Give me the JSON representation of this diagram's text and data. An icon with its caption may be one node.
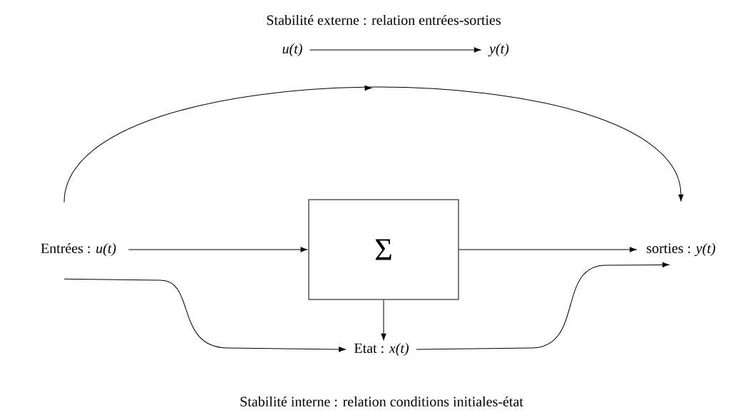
{
  "diagram": {
    "nodes": [
      {
        "text": [
          "Entrées : *u(t)*"
        ]
      },
      {
        "text": [
          "Σ"
        ]
      },
      {
        "text": [
          "sorties : *y(t)*"
        ]
      },
      {
        "text": [
          "Etat : *x(t)*"
        ]
      },
      {
        "text": [
          "*u(t)*"
        ]
      },
      {
        "text": [
          "*y(t)*"
        ]
      }
    ],
    "edges": [
      {
        "from": 0,
        "to": 1,
        "arrow": "to"
      },
      {
        "from": 1,
        "to": 2,
        "arrow": "to"
      },
      {
        "from": 1,
        "to": 3,
        "arrow": "to"
      },
      {
        "from": 0,
        "to": 3,
        "arrow": "to"
      },
      {
        "from": 3,
        "to": 2,
        "arrow": "to"
      },
      {
        "from": 0,
        "to": 2,
        "arrow": "to"
      },
      {
        "from": 4,
        "to": 5,
        "arrow": "to"
      }
    ],
    "labels": [
      "Stabilité externe : relation entrées-sorties",
      "Stabilité interne : relation conditions initiales-état"
    ]
  }
}
